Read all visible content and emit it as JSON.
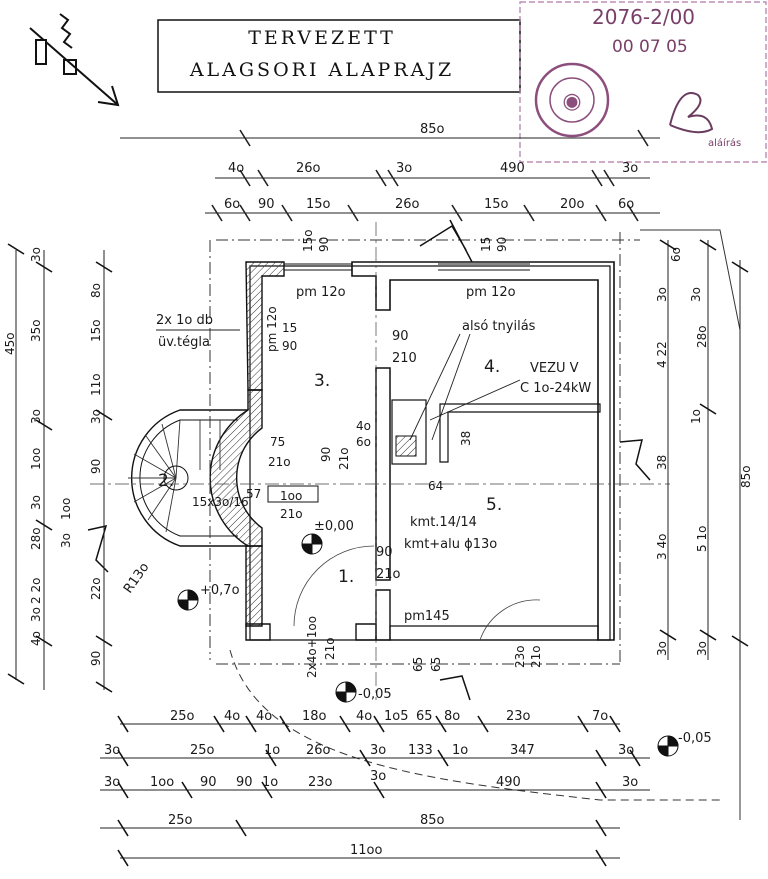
{
  "title": {
    "line1": "TERVEZETT",
    "line2": "ALAGSORI ALAPRAJZ"
  },
  "stamp": {
    "number": "2076-2/00",
    "date": "00 07 05",
    "sign": "aláírás"
  },
  "dims_top": {
    "overall": "85o",
    "r1": [
      "4o",
      "26o",
      "3o",
      "490",
      "3o"
    ],
    "r2": [
      "6o",
      "90",
      "15o",
      "26o",
      "15o",
      "20o",
      "6o"
    ]
  },
  "dims_bottom": {
    "r1": [
      "25o",
      "4o",
      "4o",
      "18o",
      "4o",
      "1o5",
      "65",
      "8o",
      "23o",
      "7o"
    ],
    "r2": [
      "3o",
      "25o",
      "1o",
      "26o",
      "3o",
      "133",
      "1o",
      "347",
      "3o"
    ],
    "r3": [
      "3o",
      "1oo",
      "90",
      "90",
      "1o",
      "23o",
      "3o",
      "490",
      "3o"
    ],
    "r4": [
      "25o",
      "85o"
    ],
    "r5": "11oo"
  },
  "dims_left": {
    "outer": "45o",
    "col1": [
      "3o",
      "35o",
      "3o",
      "1oo",
      "3o",
      "28o",
      "2 2o",
      "4o",
      "3o"
    ],
    "col2": [
      "8o",
      "15o",
      "11o",
      "3o",
      "90",
      "1oo",
      "3o",
      "22o",
      "90"
    ]
  },
  "dims_right": {
    "overall": "85o",
    "col1": [
      "3o",
      "4 22",
      "1o",
      "3 4o",
      "3o"
    ],
    "col2": [
      "6o",
      "3o",
      "28o",
      "38",
      "5 1o",
      "3o"
    ]
  },
  "rooms": [
    "1.",
    "2.",
    "3.",
    "4.",
    "5."
  ],
  "labels": {
    "window_left": "pm 12o",
    "window_right": "pm 12o",
    "glass": "2x 1o db",
    "glass2": "üv.tégla",
    "pm_side": "pm 12o",
    "d15": "15",
    "d90a": "90",
    "opening_top": "90",
    "opening_top2": "210",
    "cleanout": "alsó tnyilás",
    "boiler": "VEZU V",
    "boiler_power": "C 1o-24kW",
    "d40": "4o",
    "d6o": "6o",
    "d75": "75",
    "d21o_a": "21o",
    "d90b": "90",
    "d21o_b": "21o",
    "d57": "57",
    "d1oo": "1oo",
    "d21o_c": "21o",
    "stair": "15x3o/16",
    "kmt": "kmt.14/14",
    "kmt2": "kmt+alu ϕ13o",
    "d64": "64",
    "d38": "38",
    "level_zero": "±0,00",
    "level_plus": "+0,7o",
    "level_minus": "-0,05",
    "level_minus2": "-0,05",
    "radius": "R13o",
    "d90c": "90",
    "d21o_d": "21o",
    "pm145": "pm145",
    "door_bottom": "2x4o+1oo",
    "door_bottom2": "21o",
    "d65a": "65",
    "d65b": "65",
    "d23o": "23o",
    "d21o_e": "21o",
    "d15o_v": "15o",
    "d90_v": "90",
    "d15_v": "15",
    "d90_v2": "90"
  }
}
